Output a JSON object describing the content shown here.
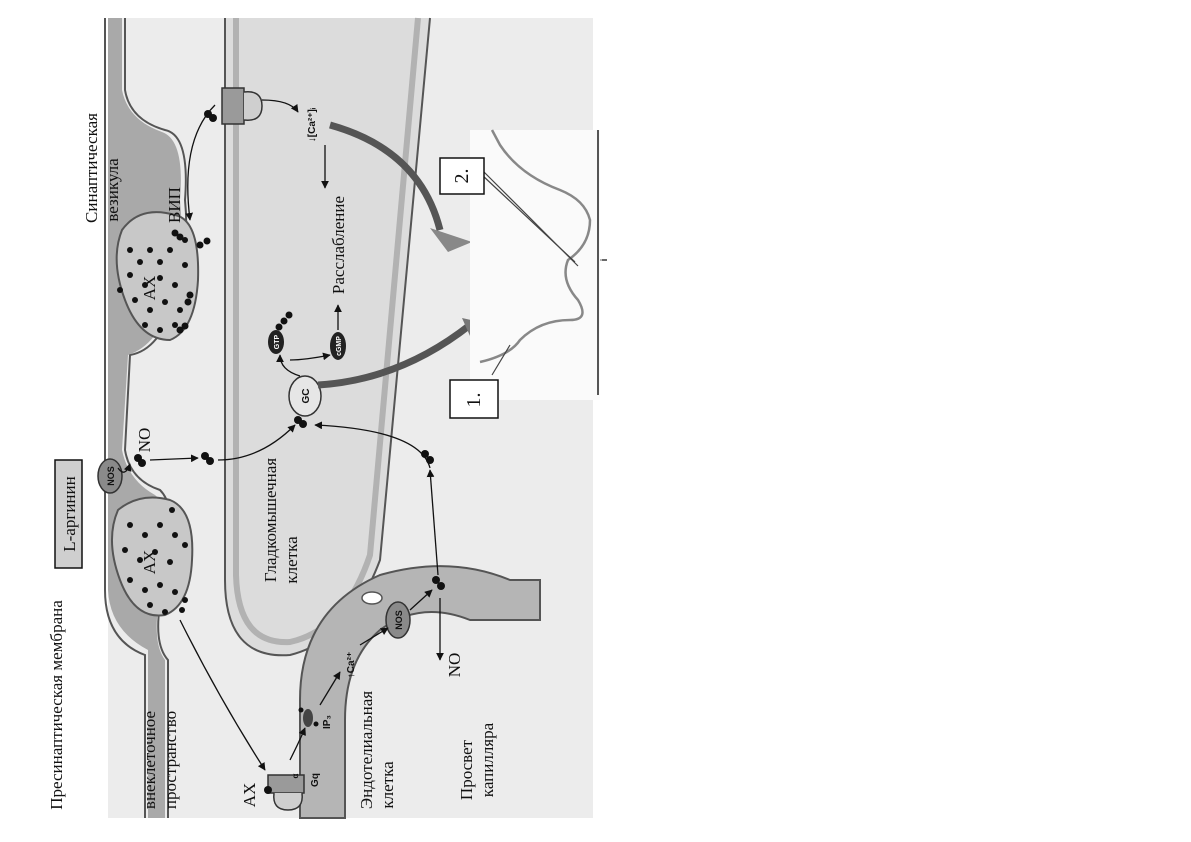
{
  "labels": {
    "presynaptic_membrane": "Пресинаптическая мембрана",
    "synaptic_vesicle_line1": "Синаптическая",
    "synaptic_vesicle_line2": "везикула",
    "vip": "ВИП",
    "ach_top": "АХ",
    "ach_bottom": "АХ",
    "ach_receptor": "АХ",
    "no_top": "NO",
    "no_bottom": "NO",
    "l_arginine": "L-аргинин",
    "nos_top": "NOS",
    "nos_bottom": "NOS",
    "smooth_muscle_line1": "Гладкомышечная",
    "smooth_muscle_line2": "клетка",
    "extracellular_line1": "внеклеточное",
    "extracellular_line2": "пространство",
    "endothelial_line1": "Эндотелиальная",
    "endothelial_line2": "клетка",
    "lumen_line1": "Просвет",
    "lumen_line2": "капилляра",
    "relaxation": "Расслабление",
    "gc": "GC",
    "gtp": "GTP",
    "cgmp": "cGMP",
    "ca_top": "↓[Ca²⁺]ᵢ",
    "ca_bottom": "↑Ca²⁺",
    "ip3": "IP₃",
    "gq": "Gq",
    "alpha": "α",
    "callout_1": "1.",
    "callout_2": "2.",
    "tick": "i"
  },
  "colors": {
    "membrane_fill": "#a9a9a9",
    "membrane_edge": "#555555",
    "cytoplasm": "#e6e6e6",
    "background": "#ffffff",
    "ink": "#111111"
  }
}
